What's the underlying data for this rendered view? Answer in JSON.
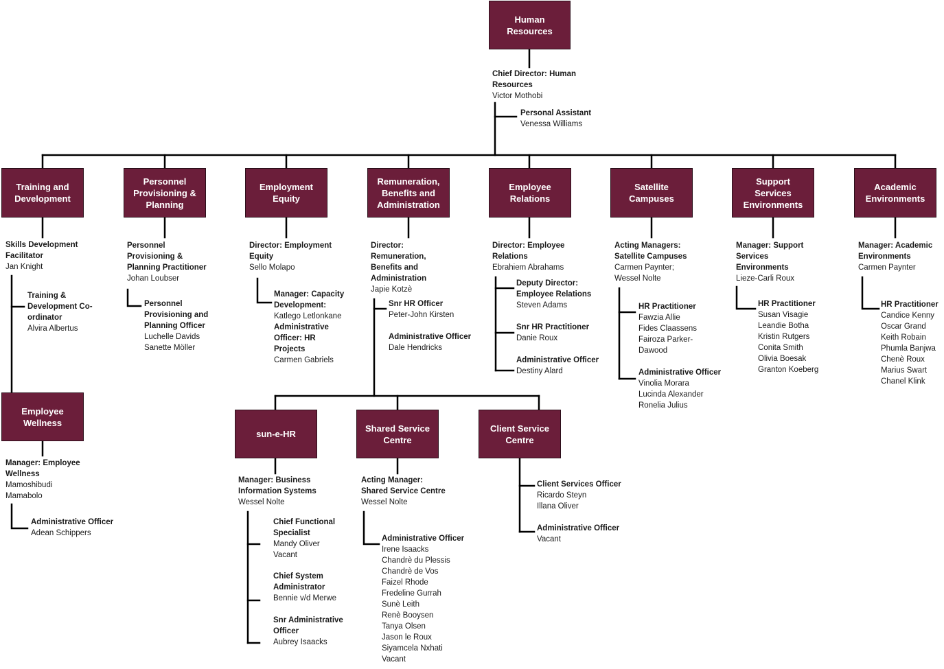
{
  "root": {
    "title": "Human Resources",
    "head_title": "Chief Director: Human Resources",
    "head_name": "Victor Mothobi",
    "pa_title": "Personal Assistant",
    "pa_name": "Venessa Williams"
  },
  "departments": [
    {
      "name": "Training and Development"
    },
    {
      "name": "Personnel Provisioning & Planning"
    },
    {
      "name": "Employment Equity"
    },
    {
      "name": "Remuneration, Benefits and Administration"
    },
    {
      "name": "Employee Relations"
    },
    {
      "name": "Satellite Campuses"
    },
    {
      "name": "Support Services Environments"
    },
    {
      "name": "Academic Environments"
    }
  ],
  "sub_units": [
    {
      "name": "Employee Wellness"
    },
    {
      "name": "sun-e-HR"
    },
    {
      "name": "Shared Service Centre"
    },
    {
      "name": "Client Service Centre"
    }
  ],
  "positions": {
    "td_head": {
      "title": "Skills Development Facilitator",
      "names": [
        "Jan Knight"
      ]
    },
    "td_sub": {
      "title": "Training & Development Co-ordinator",
      "names": [
        "Alvira Albertus"
      ]
    },
    "ew_head": {
      "title": "Manager: Employee Wellness",
      "names": [
        "Mamoshibudi Mamabolo"
      ]
    },
    "ew_sub": {
      "title": "Administrative Officer",
      "names": [
        "Adean Schippers"
      ]
    },
    "pp_head": {
      "title": "Personnel Provisioning & Planning Practitioner",
      "names": [
        "Johan Loubser"
      ]
    },
    "pp_sub": {
      "title": "Personnel Provisioning and Planning Officer",
      "names": [
        "Luchelle Davids",
        "Sanette Möller"
      ]
    },
    "ee_head": {
      "title": "Director: Employment Equity",
      "names": [
        "Sello Molapo"
      ]
    },
    "ee_sub1": {
      "title": "Manager: Capacity Development:",
      "names": [
        "Katlego Letlonkane"
      ]
    },
    "ee_sub2": {
      "title": "Administrative Officer: HR Projects",
      "names": [
        "Carmen Gabriels"
      ]
    },
    "rb_head": {
      "title": "Director: Remuneration, Benefits and Administration",
      "names": [
        "Japie Kotzè"
      ]
    },
    "rb_sub1": {
      "title": "Snr HR Officer",
      "names": [
        "Peter-John Kirsten"
      ]
    },
    "rb_sub2": {
      "title": "Administrative Officer",
      "names": [
        "Dale Hendricks"
      ]
    },
    "er_head": {
      "title": "Director: Employee Relations",
      "names": [
        "Ebrahiem Abrahams"
      ]
    },
    "er_sub1": {
      "title": "Deputy Director: Employee Relations",
      "names": [
        "Steven Adams"
      ]
    },
    "er_sub2": {
      "title": "Snr HR Practitioner",
      "names": [
        "Danie Roux"
      ]
    },
    "er_sub3": {
      "title": "Administrative Officer",
      "names": [
        "Destiny Alard"
      ]
    },
    "sc_head": {
      "title": "Acting Managers: Satellite Campuses",
      "names": [
        "Carmen Paynter;",
        "Wessel Nolte"
      ]
    },
    "sc_sub1": {
      "title": "HR Practitioner",
      "names": [
        "Fawzia Allie",
        "Fides Claassens",
        "Fairoza Parker-Dawood"
      ]
    },
    "sc_sub2": {
      "title": "Administrative Officer",
      "names": [
        "Vinolia Morara",
        "Lucinda Alexander",
        "Ronelia Julius"
      ]
    },
    "ss_head": {
      "title": "Manager: Support Services Environments",
      "names": [
        "Lieze-Carli Roux"
      ]
    },
    "ss_sub": {
      "title": "HR Practitioner",
      "names": [
        "Susan Visagie",
        "Leandie Botha",
        "Kristin Rutgers",
        "Conita Smith",
        "Olivia Boesak",
        "Granton Koeberg"
      ]
    },
    "ae_head": {
      "title": "Manager: Academic Environments",
      "names": [
        "Carmen Paynter"
      ]
    },
    "ae_sub": {
      "title": "HR Practitioner",
      "names": [
        "Candice Kenny",
        "Oscar Grand",
        "Keith Robain",
        "Phumla Banjwa",
        "Chenè Roux",
        "Marius Swart",
        "Chanel Klink"
      ]
    },
    "se_head": {
      "title": "Manager: Business Information Systems",
      "names": [
        "Wessel Nolte"
      ]
    },
    "se_sub1": {
      "title": "Chief Functional Specialist",
      "names": [
        "Mandy Oliver",
        "Vacant"
      ]
    },
    "se_sub2": {
      "title": "Chief System Administrator",
      "names": [
        "Bennie v/d Merwe"
      ]
    },
    "se_sub3": {
      "title": "Snr Administrative Officer",
      "names": [
        "Aubrey Isaacks"
      ]
    },
    "ssc_head": {
      "title": "Acting Manager: Shared Service Centre",
      "names": [
        "Wessel Nolte"
      ]
    },
    "ssc_sub": {
      "title": "Administrative Officer",
      "names": [
        "Irene Isaacks",
        "Chandrè du Plessis",
        "Chandrè de Vos",
        "Faizel Rhode",
        "Fredeline Gurrah",
        "Sunè Leith",
        "Renè Booysen",
        "Tanya Olsen",
        "Jason le Roux",
        "Siyamcela Nxhati",
        "Vacant"
      ]
    },
    "csc_sub1": {
      "title": "Client Services Officer",
      "names": [
        "Ricardo Steyn",
        "Illana Oliver"
      ]
    },
    "csc_sub2": {
      "title": "Administrative Officer",
      "names": [
        "Vacant"
      ]
    }
  }
}
